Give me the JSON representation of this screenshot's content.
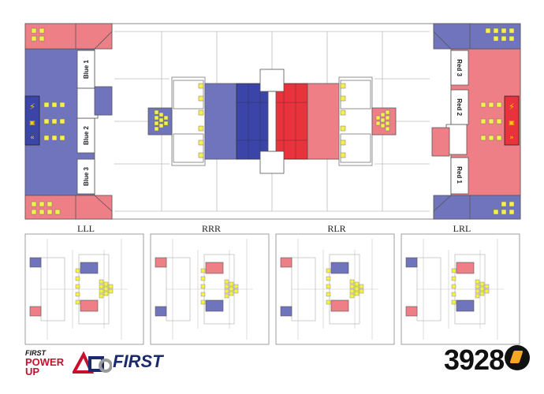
{
  "field": {
    "station_labels": {
      "blue": [
        "Blue 1",
        "Blue 2",
        "Blue 3"
      ],
      "red": [
        "Red 3",
        "Red 2",
        "Red 1"
      ]
    },
    "colors": {
      "blue": "#6f74bc",
      "blue_dark": "#3b45a8",
      "red": "#ef7f86",
      "red_dark": "#e8333d",
      "cube": "#f5f04a",
      "line": "#9a9a9a"
    },
    "icons": [
      "lightning-icon",
      "boost-icon",
      "force-icon"
    ]
  },
  "configurations": [
    {
      "label": "LLL"
    },
    {
      "label": "RRR"
    },
    {
      "label": "RLR"
    },
    {
      "label": "LRL"
    }
  ],
  "footer": {
    "game_logo_line1": "FIRST",
    "game_logo_line2": "POWER",
    "game_logo_line3": "UP",
    "brand_word": "FIRST",
    "team_number": "3928"
  }
}
